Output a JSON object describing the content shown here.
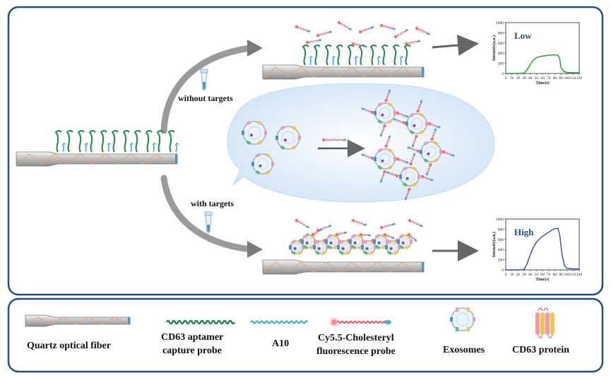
{
  "colors": {
    "frame": "#1f4e8c",
    "bubble": "#d6e9f8",
    "aptamer": "#1e8a4a",
    "a10": "#3aa7d8",
    "probe": "#e05a6a",
    "curve": "#1a9a3a",
    "curve_high": "#2a4fa0"
  },
  "labels": {
    "without_targets": "without targets",
    "with_targets": "with targets"
  },
  "legend": {
    "fiber": "Quartz optical fiber",
    "aptamer_1": "CD63 aptamer",
    "aptamer_2": "capture probe",
    "a10": "A10",
    "probe_1": "Cy5.5-Cholesteryl",
    "probe_2": "fluorescence probe",
    "exosomes": "Exosomes",
    "cd63": "CD63 protein"
  },
  "chart_data": [
    {
      "type": "line",
      "title": "Low",
      "xlabel": "Time(s)",
      "ylabel": "Intensity(a.u.)",
      "xlim": [
        0,
        120
      ],
      "ylim": [
        0,
        1000
      ],
      "xticks": [
        "0",
        "10",
        "20",
        "30",
        "40",
        "50",
        "60",
        "70",
        "80",
        "90",
        "100",
        "110",
        "120"
      ],
      "yticks": [
        "0",
        "200",
        "400",
        "600",
        "800",
        "1000"
      ],
      "x": [
        0,
        20,
        30,
        35,
        40,
        45,
        50,
        55,
        60,
        65,
        70,
        75,
        80,
        85,
        88,
        90,
        95,
        100,
        110,
        120
      ],
      "y": [
        0,
        0,
        10,
        70,
        180,
        260,
        310,
        330,
        340,
        350,
        360,
        362,
        365,
        360,
        300,
        120,
        40,
        20,
        15,
        15
      ]
    },
    {
      "type": "line",
      "title": "High",
      "xlabel": "Time(s)",
      "ylabel": "Intensity(a.u.)",
      "xlim": [
        0,
        120
      ],
      "ylim": [
        0,
        1000
      ],
      "xticks": [
        "0",
        "10",
        "20",
        "30",
        "40",
        "50",
        "60",
        "70",
        "80",
        "90",
        "100",
        "110",
        "120"
      ],
      "yticks": [
        "0",
        "200",
        "400",
        "600",
        "800",
        "1000"
      ],
      "x": [
        0,
        20,
        30,
        35,
        40,
        45,
        50,
        55,
        60,
        65,
        70,
        75,
        80,
        85,
        88,
        92,
        96,
        100,
        110,
        120
      ],
      "y": [
        0,
        0,
        10,
        120,
        300,
        440,
        540,
        610,
        660,
        700,
        740,
        780,
        810,
        820,
        700,
        300,
        80,
        30,
        20,
        20
      ]
    }
  ]
}
